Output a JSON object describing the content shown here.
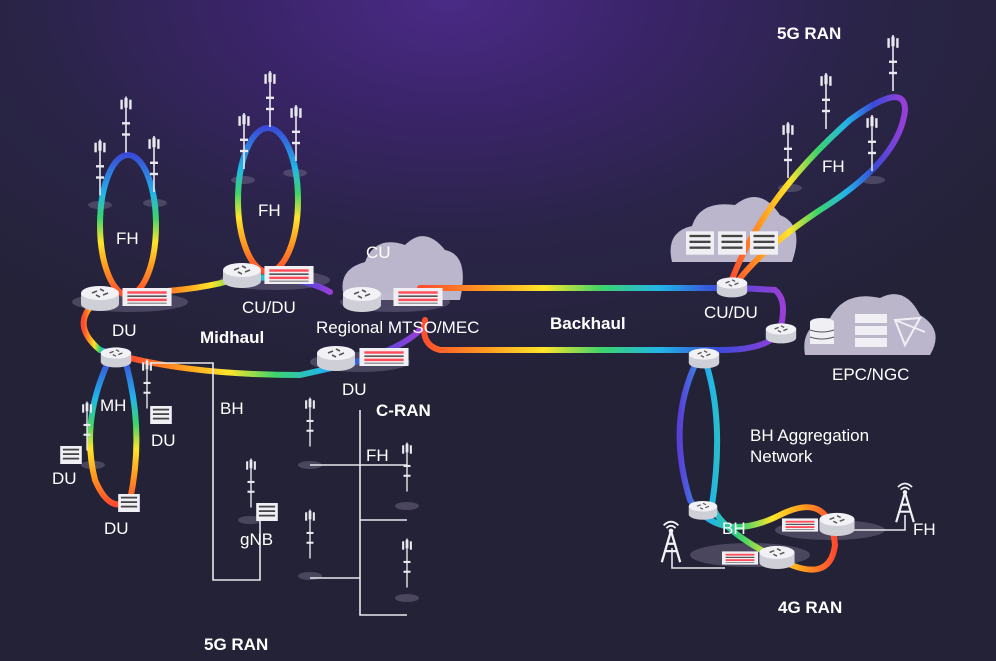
{
  "labels": {
    "ran_5g_top": "5G RAN",
    "fh_top_right": "FH",
    "fh_left1": "FH",
    "fh_left2": "FH",
    "cu": "CU",
    "cu_du_left": "CU/DU",
    "regional": "Regional MTSO/MEC",
    "backhaul": "Backhaul",
    "cu_du_right": "CU/DU",
    "du_top": "DU",
    "midhaul": "Midhaul",
    "mh": "MH",
    "du_right_small": "DU",
    "du_left_small": "DU",
    "du_bottom": "DU",
    "bh_vertical": "BH",
    "du_center": "DU",
    "cran": "C-RAN",
    "fh_cran": "FH",
    "gnb": "gNB",
    "epc": "EPC/NGC",
    "bh_agg_line1": "BH Aggregation",
    "bh_agg_line2": "Network",
    "bh_bottom": "BH",
    "fh_bottom_right": "FH",
    "ran_4g": "4G RAN",
    "ran_5g_bottom": "5G RAN"
  },
  "colors": {
    "background": "#2e2550",
    "cloud": "#c9c3d8",
    "device": "#e8e8ee",
    "spectrum": [
      "#ff4a2f",
      "#ff9a1f",
      "#ffe52a",
      "#3dd46a",
      "#22b6e8",
      "#3a4ad8",
      "#9a3ed8"
    ]
  },
  "icons": [
    "tower-icon",
    "router-icon",
    "server-icon",
    "cloud-icon",
    "database-icon",
    "wireless-tower-icon"
  ]
}
